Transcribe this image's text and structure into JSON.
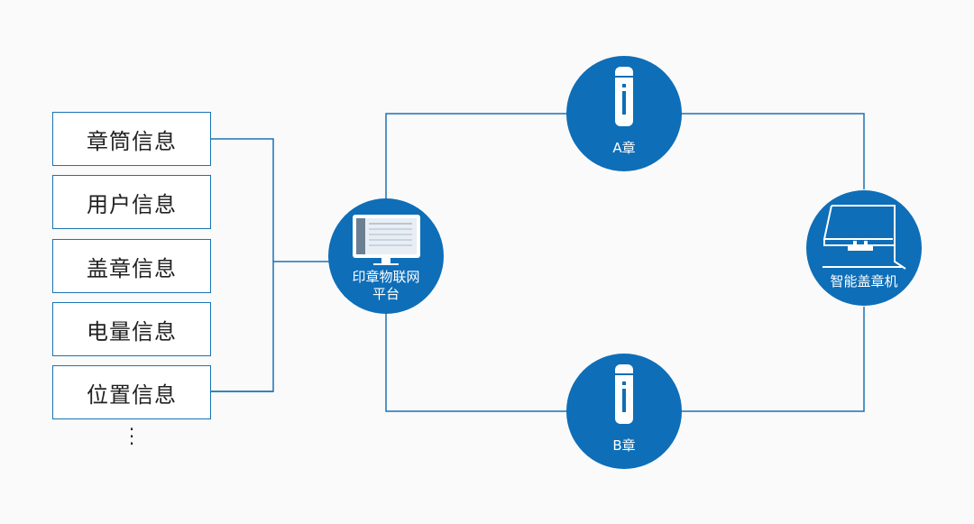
{
  "info_list": {
    "items": [
      "章筒信息",
      "用户信息",
      "盖章信息",
      "电量信息",
      "位置信息"
    ],
    "more": "⋮"
  },
  "nodes": {
    "platform": {
      "line1": "印章物联网",
      "line2": "平台"
    },
    "seal_a": {
      "label": "A章"
    },
    "seal_b": {
      "label": "B章"
    },
    "machine": {
      "label": "智能盖章机"
    }
  },
  "colors": {
    "accent": "#0e6eb8",
    "line": "#1a73b3",
    "background": "#fafafa"
  }
}
